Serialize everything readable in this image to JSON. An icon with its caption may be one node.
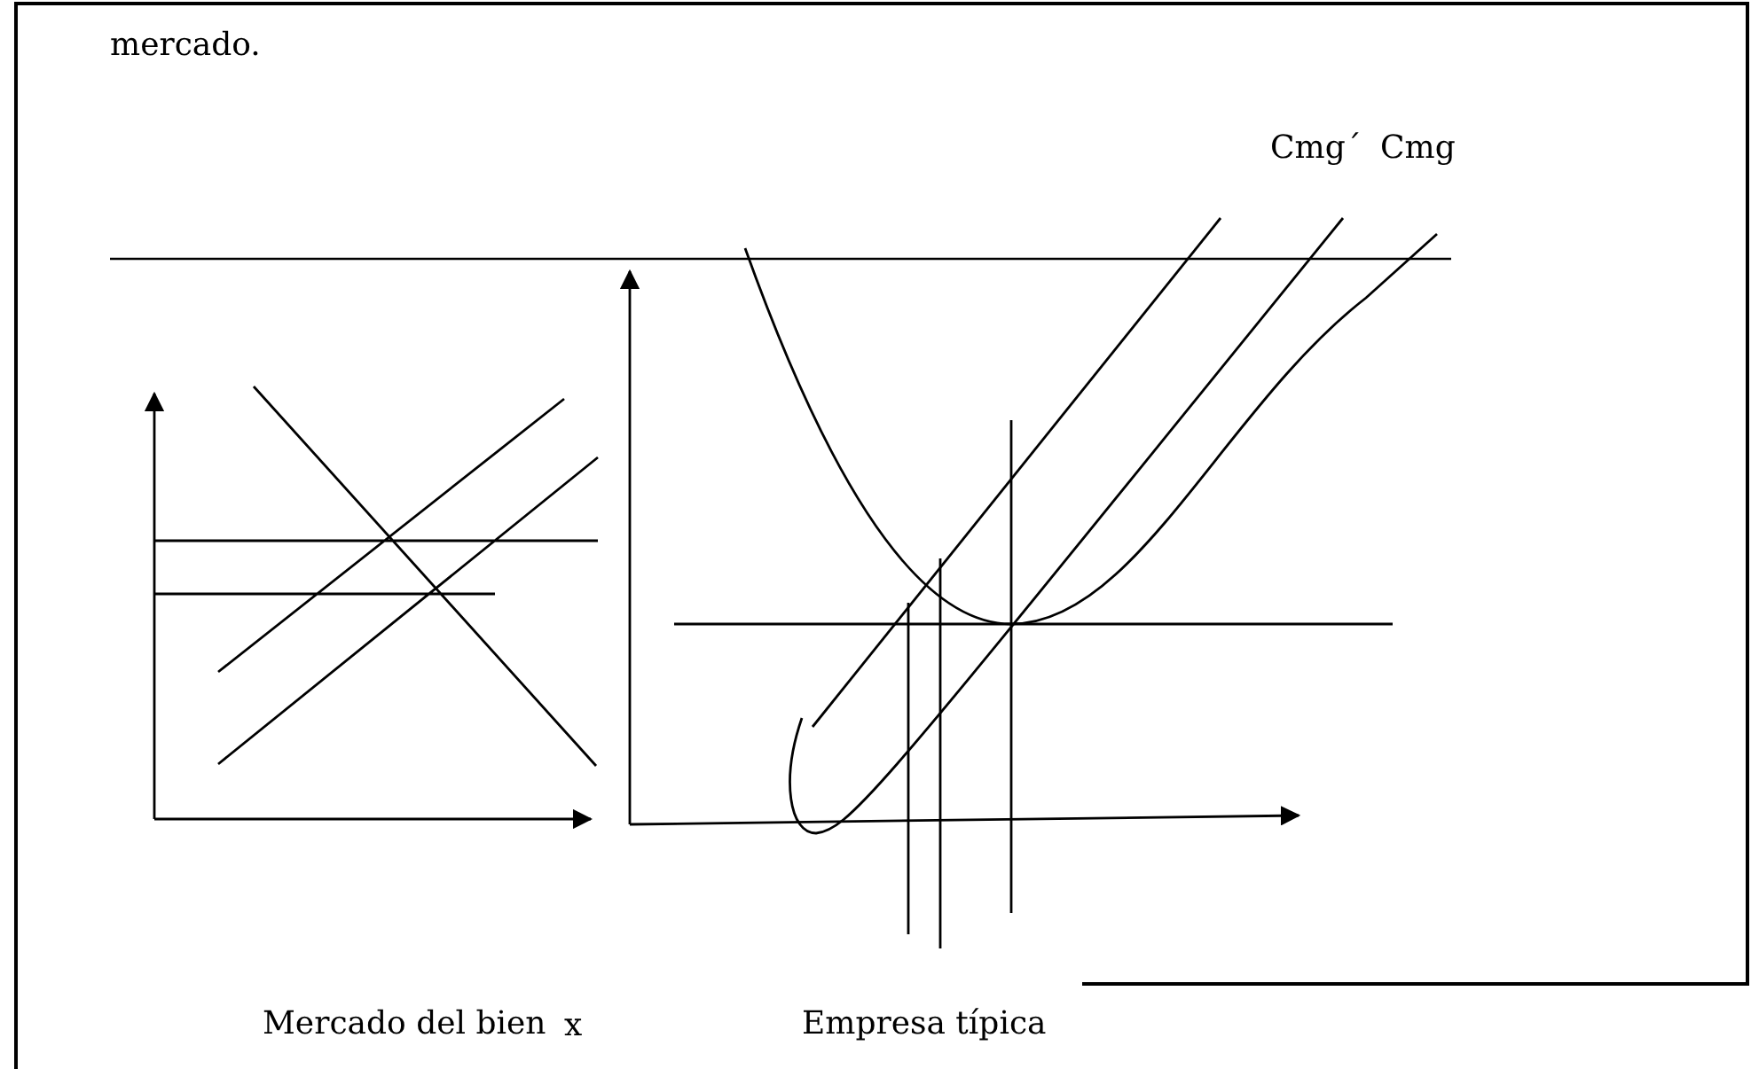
{
  "diagram": {
    "labels": [
      "mercado.",
      "Cmg´",
      "Cmg",
      "Mercado del bien",
      "x",
      "Empresa típica"
    ]
  }
}
